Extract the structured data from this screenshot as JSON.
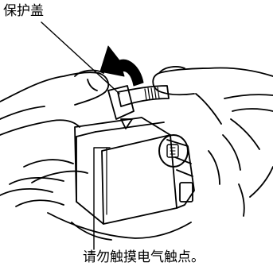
{
  "labels": {
    "protective_cap": "保护盖",
    "do_not_touch_contacts": "请勿触摸电气触点。"
  },
  "colors": {
    "ink": "#000000",
    "background": "#ffffff"
  },
  "icons": {
    "removal_arrow": "curved-arrow-up-left"
  }
}
